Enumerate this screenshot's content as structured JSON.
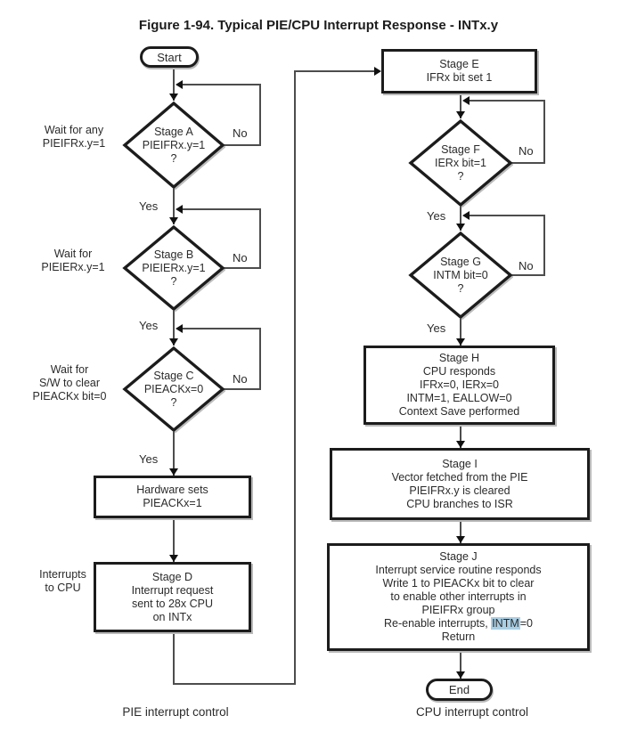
{
  "title": "Figure 1-94. Typical PIE/CPU Interrupt Response - INTx.y",
  "colors": {
    "highlight": "#a9cfe5",
    "shape_border": "#1c1c1c",
    "connector": "#4d4d4d",
    "text": "#2b2b2b"
  },
  "terminals": {
    "start": "Start",
    "end": "End"
  },
  "decisions": {
    "stage_a": {
      "lines": [
        "Stage A",
        "PIEIFRx.y=1",
        "?"
      ]
    },
    "stage_b": {
      "lines": [
        "Stage B",
        "PIEIERx.y=1",
        "?"
      ]
    },
    "stage_c": {
      "lines": [
        "Stage C",
        "PIEACKx=0",
        "?"
      ]
    },
    "stage_f": {
      "lines": [
        "Stage F",
        "IERx bit=1",
        "?"
      ]
    },
    "stage_g": {
      "lines": [
        "Stage G",
        "INTM bit=0",
        "?"
      ]
    }
  },
  "processes": {
    "hardware_sets": {
      "lines": [
        "Hardware sets",
        "PIEACKx=1"
      ]
    },
    "stage_d": {
      "lines": [
        "Stage D",
        "Interrupt request",
        "sent to 28x CPU",
        "on INTx"
      ]
    },
    "stage_e": {
      "lines": [
        "Stage E",
        "IFRx bit set 1"
      ]
    },
    "stage_h": {
      "lines": [
        "Stage H",
        "CPU responds",
        "IFRx=0, IERx=0",
        "INTM=1, EALLOW=0",
        "Context Save performed"
      ]
    },
    "stage_i": {
      "lines": [
        "Stage I",
        "Vector fetched from the PIE",
        "PIEIFRx.y is cleared",
        "CPU branches to ISR"
      ]
    },
    "stage_j": {
      "lines": [
        "Stage J",
        "Interrupt service routine responds",
        "Write 1 to PIEACKx bit to clear",
        "to enable other interrupts in",
        "PIEIFRx group"
      ],
      "highlight_line": {
        "prefix": "Re-enable interrupts, ",
        "highlight": "INTM",
        "suffix": "=0"
      },
      "last_line": "Return"
    }
  },
  "side_labels": {
    "wait_any": {
      "lines": [
        "Wait for any",
        "PIEIFRx.y=1"
      ]
    },
    "wait_enable": {
      "lines": [
        "Wait for",
        "PIEIERx.y=1"
      ]
    },
    "wait_ack": {
      "lines": [
        "Wait for",
        "S/W to clear",
        "PIEACKx bit=0"
      ]
    },
    "interrupts_to_cpu": {
      "lines": [
        "Interrupts",
        "to CPU"
      ]
    }
  },
  "edge_labels": {
    "yes": "Yes",
    "no": "No"
  },
  "captions": {
    "pie": "PIE interrupt control",
    "cpu": "CPU interrupt control"
  }
}
